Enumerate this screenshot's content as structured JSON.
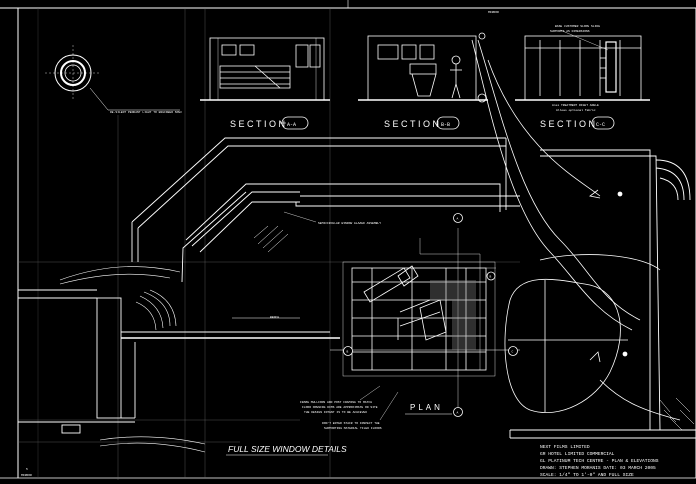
{
  "sheet": {
    "top_marker": "MIRROR",
    "bottom_left_marker": "MIRROR",
    "bottom_left_number": "5"
  },
  "sections": [
    {
      "label": "SECTION",
      "bubble": "A-A"
    },
    {
      "label": "SECTION",
      "bubble": "B-B"
    },
    {
      "label": "SECTION",
      "bubble": "C-C"
    }
  ],
  "annotations": {
    "round_detail": "RE-SILENT PENDANT LIGHT TO ENGINEER SPEC",
    "window_note": "SEMICIRCULAR WINDOW GLAZED ASSEMBLY",
    "mid_label": "BENCH",
    "plan_notes": [
      "FRAME MULLIONS AND POST FRAMING TO MATCH",
      "FLOOR OPENING DIMS ARE APPROXIMATE ON SITE",
      "THE DESIGN INTENT IS TO BE ACHIEVED"
    ],
    "plan_note_2": [
      "DON'T ENTER STAIR TO INSPECT THE",
      "SUPPORTING MATERIAL TILED FLOORS"
    ],
    "section_c_notes": [
      "BASE CUSTOMER SLOPE SLIDE",
      "SUPPORTS AS DIMENSIONS"
    ],
    "section_c_note_bottom": [
      "Ansi TREATMENT RIGHT ANGLE",
      "Allows optional fabric"
    ]
  },
  "plan": {
    "title": "PLAN",
    "bubbles": [
      "A",
      "B",
      "C",
      "A",
      "B"
    ]
  },
  "full_size_title": "FULL SIZE WINDOW DETAILS",
  "title_block": [
    "NEXT FILMS LIMITED",
    "GR HOTEL LIMITED COMMERCIAL",
    "GL PLATINUM TECH CENTRE - PLAN & ELEVATIONS",
    "DRAWN: STEPHEN MORANIS  DATE: 03 MARCH 2005",
    "SCALE: 1/4\" TO 1'-0\" AND FULL SIZE"
  ]
}
